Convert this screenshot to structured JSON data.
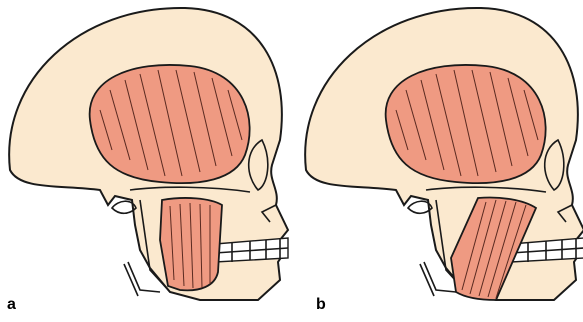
{
  "figure": {
    "panels": [
      {
        "label": "a",
        "variant": "masseter-vertical"
      },
      {
        "label": "b",
        "variant": "masseter-oblique"
      }
    ],
    "colors": {
      "bone": "#fbe9cf",
      "muscle": "#ef9a82",
      "muscle_fiber": "#5a2a20",
      "outline": "#1a1a1a",
      "teeth": "#ffffff"
    }
  }
}
